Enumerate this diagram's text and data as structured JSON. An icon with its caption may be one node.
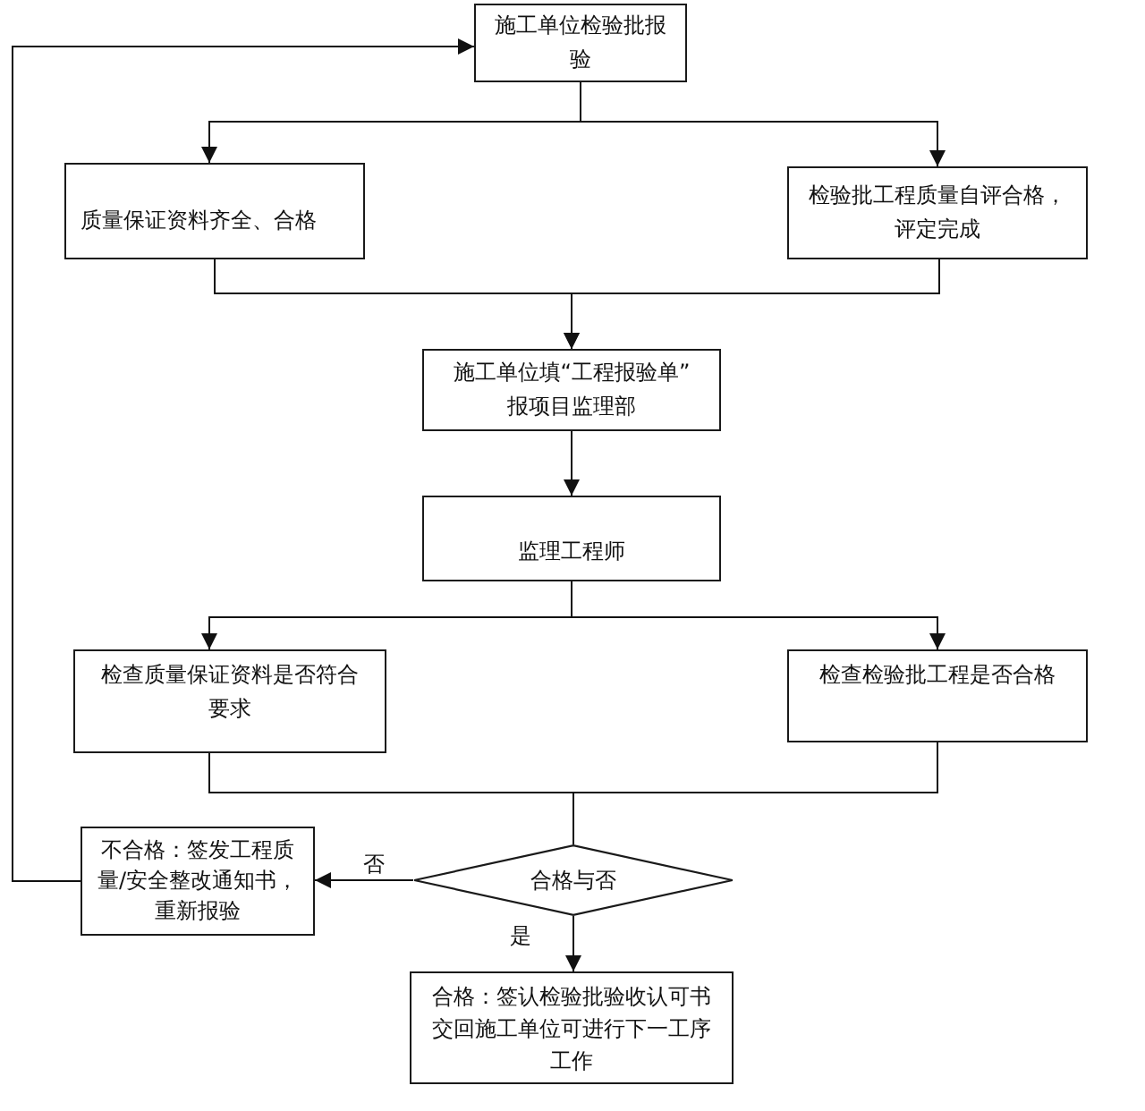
{
  "diagram": {
    "nodes": [
      {
        "text": [
          "施工单位检验批报验"
        ]
      },
      {
        "text": [
          "质量保证资料齐全、合格"
        ]
      },
      {
        "text": [
          "检验批工程质量自评合格，评定完成"
        ]
      },
      {
        "text": [
          "施工单位填“工程报验单”报项目监理部"
        ]
      },
      {
        "text": [
          "监理工程师"
        ]
      },
      {
        "text": [
          "检查质量保证资料是否符合要求"
        ]
      },
      {
        "text": [
          "检查检验批工程是否合格"
        ]
      },
      {
        "text": [
          "合格与否"
        ]
      },
      {
        "text": [
          "不合格：签发工程质量/安全整改通知书，重新报验"
        ]
      },
      {
        "text": [
          "合格：签认检验批验收认可书交回施工单位可进行下一工序工作"
        ]
      }
    ],
    "edges": [
      {
        "from": 0,
        "to": 1,
        "arrow": "to"
      },
      {
        "from": 0,
        "to": 2,
        "arrow": "to"
      },
      {
        "from": 1,
        "to": 3,
        "arrow": "to"
      },
      {
        "from": 2,
        "to": 3,
        "arrow": "to"
      },
      {
        "from": 3,
        "to": 4,
        "arrow": "to"
      },
      {
        "from": 4,
        "to": 5,
        "arrow": "to"
      },
      {
        "from": 4,
        "to": 6,
        "arrow": "to"
      },
      {
        "from": 5,
        "to": 7,
        "arrow": "none"
      },
      {
        "from": 6,
        "to": 7,
        "arrow": "none"
      },
      {
        "from": 7,
        "to": 8,
        "label": "否",
        "arrow": "to"
      },
      {
        "from": 7,
        "to": 9,
        "label": "是",
        "arrow": "to"
      },
      {
        "from": 8,
        "to": 0,
        "arrow": "to"
      }
    ]
  }
}
